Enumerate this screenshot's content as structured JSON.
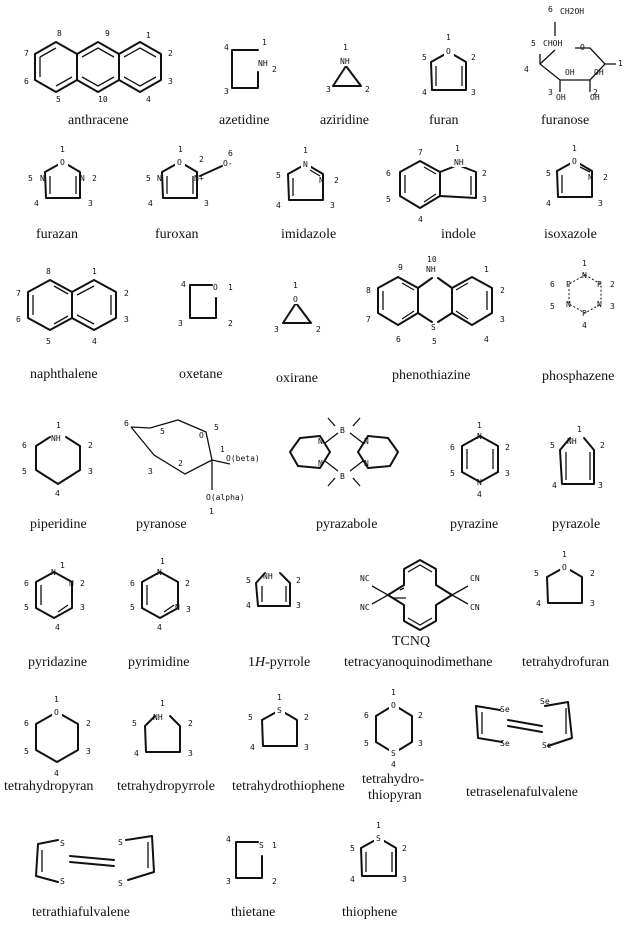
{
  "names": {
    "anthracene": "anthracene",
    "azetidine": "azetidine",
    "aziridine": "aziridine",
    "furan": "furan",
    "furanose": "furanose",
    "furazan": "furazan",
    "furoxan": "furoxan",
    "imidazole": "imidazole",
    "indole": "indole",
    "isoxazole": "isoxazole",
    "naphthalene": "naphthalene",
    "oxetane": "oxetane",
    "oxirane": "oxirane",
    "phenothiazine": "phenothiazine",
    "phosphazene": "phosphazene",
    "piperidine": "piperidine",
    "pyranose": "pyranose",
    "pyrazabole": "pyrazabole",
    "pyrazine": "pyrazine",
    "pyrazole": "pyrazole",
    "pyridazine": "pyridazine",
    "pyrimidine": "pyrimidine",
    "pyrrole_prefix": "1",
    "pyrrole_h": "H",
    "pyrrole_suffix": "-pyrrole",
    "tcnq_abbr": "TCNQ",
    "tcnq": "tetracyanoquinodimethane",
    "thf": "tetrahydrofuran",
    "thp": "tetrahydropyran",
    "thpyrrole": "tetrahydropyrrole",
    "thtp": "tetrahydrothiophene",
    "ththiopyran_1": "tetrahydro-",
    "ththiopyran_2": "thiopyran",
    "tsf": "tetraselenafulvalene",
    "ttf": "tetrathiafulvalene",
    "thietane": "thietane",
    "thiophene": "thiophene"
  },
  "atoms": {
    "N": "N",
    "NH": "NH",
    "O": "O",
    "S": "S",
    "P": "P",
    "Se": "Se",
    "B": "B",
    "Nplus": "N+",
    "Ominus": "O-",
    "NC": "NC",
    "CN": "CN",
    "OH": "OH",
    "CHOH": "CHOH",
    "CH2OH": "CH2OH",
    "Obeta": "O(beta)",
    "Oalpha": "O(alpha)"
  },
  "nums": [
    "1",
    "2",
    "3",
    "4",
    "5",
    "6",
    "7",
    "8",
    "9",
    "10"
  ]
}
